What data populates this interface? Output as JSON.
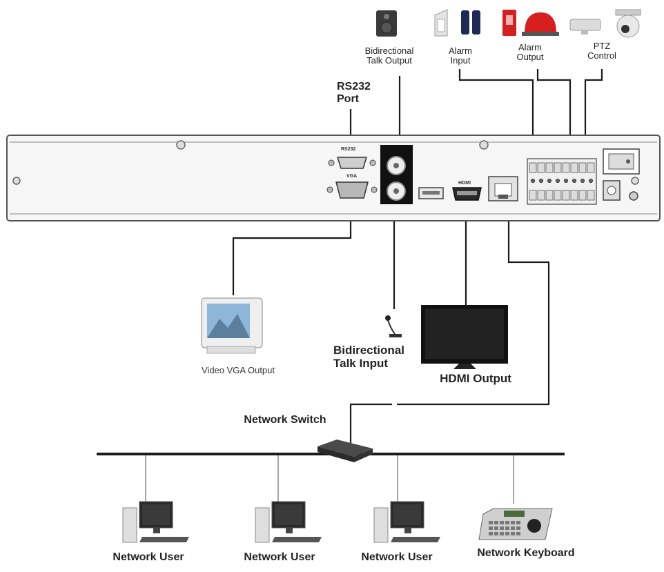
{
  "top_devices": {
    "talk_output_label": "Bidirectional\nTalk Output",
    "alarm_input_label": "Alarm\nInput",
    "alarm_output_label": "Alarm\nOutput",
    "ptz_label": "PTZ\nControl"
  },
  "rs232_label": "RS232\nPort",
  "panel": {
    "rs232_port_label": "RS232",
    "vga_port_label": "VGA",
    "hdmi_port_label": "HDMI"
  },
  "outputs": {
    "vga_label": "Video VGA Output",
    "talk_input_label": "Bidirectional\nTalk Input",
    "hdmi_label": "HDMI Output"
  },
  "network": {
    "switch_label": "Network Switch",
    "users": [
      {
        "label": "Network User"
      },
      {
        "label": "Network User"
      },
      {
        "label": "Network User"
      }
    ],
    "keyboard_label": "Network Keyboard"
  },
  "colors": {
    "line": "#1a1a1a",
    "panel_border": "#555555",
    "panel_fill": "#f6f6f6",
    "alarm_red": "#d62020"
  }
}
